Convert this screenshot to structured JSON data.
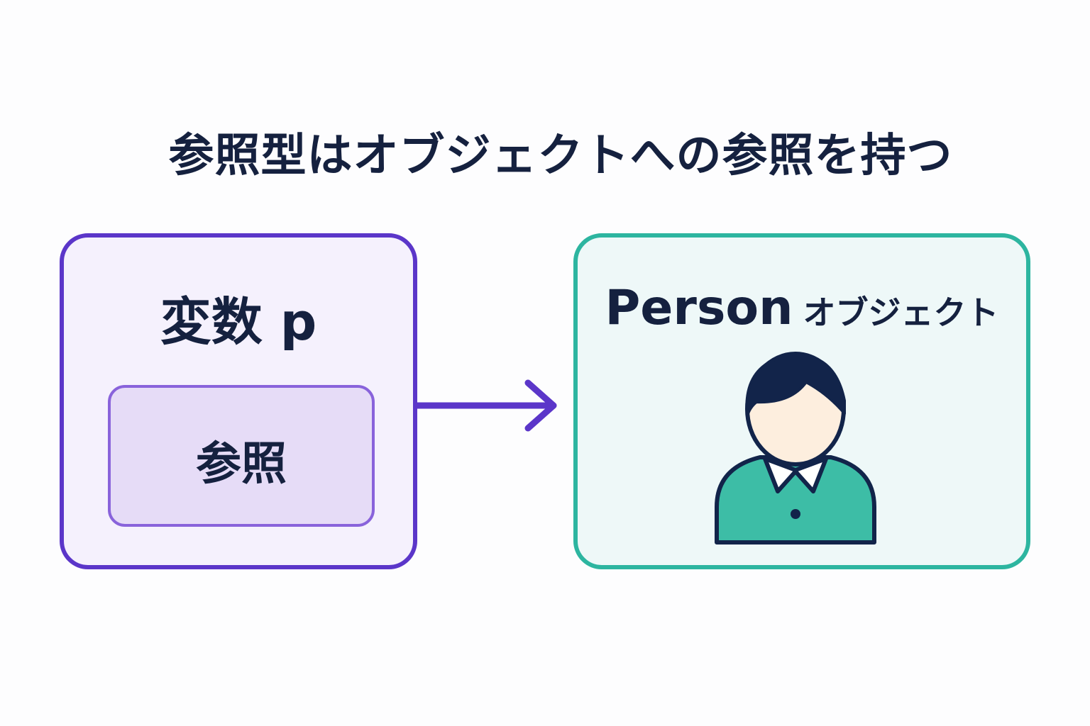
{
  "title": "参照型はオブジェクトへの参照を持つ",
  "variable": {
    "label": "変数 p",
    "inner_label": "参照"
  },
  "object": {
    "name": "Person",
    "kind": "オブジェクト"
  },
  "colors": {
    "text": "#15213f",
    "variable_border": "#5b36c9",
    "variable_fill": "#f5f1fd",
    "reference_border": "#8963db",
    "reference_fill": "#e6dcf7",
    "arrow": "#5b36c9",
    "object_border": "#2db5a0",
    "object_fill": "#eef8f8",
    "person_hair": "#12244a",
    "person_skin": "#fdeede",
    "person_shirt": "#3dbda6"
  },
  "icons": {
    "arrow": "right-arrow-icon",
    "person": "person-icon"
  }
}
